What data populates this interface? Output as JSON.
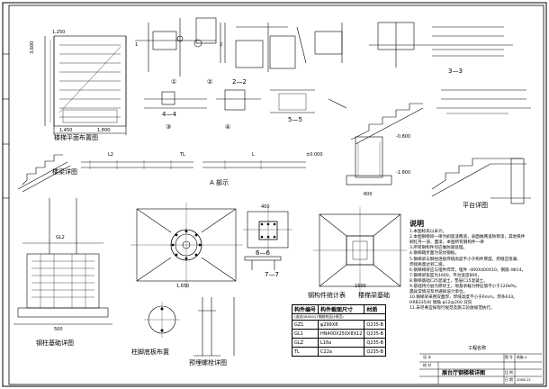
{
  "drawing": {
    "views": {
      "stair_plan": "楼梯平面布置图",
      "stair_beam": "楼梁详图",
      "steel_col_base": "钢柱基础详图",
      "col_base_plate": "柱脚底板布置",
      "anchor_bolt": "预埋螺栓详图",
      "member_table_title": "钢构件统计表",
      "stair_beam_foundation": "楼梯梁基础",
      "platform": "平台详图",
      "section_33": "3—3",
      "section_22": "2—2",
      "section_44": "4—4",
      "section_55": "5—5",
      "section_66": "6—6",
      "section_77": "7—7",
      "circle_1": "①",
      "circle_2": "②",
      "circle_3": "③",
      "circle_4": "④",
      "part_view": "A 部示",
      "dim_1450": "1,450",
      "dim_1800": "1,800",
      "dim_1250": "1,250",
      "dim_3600": "3,600",
      "dim_1650": "1,650",
      "label_TL": "TL",
      "label_L": "L",
      "label_L2": "L2",
      "label_GL2": "GL2",
      "label_1": "1",
      "label_2": "2",
      "elev_1": "-0.800",
      "elev_2": "±0.000",
      "elev_3": "-1.800",
      "dim_600": "600",
      "dim_400": "400",
      "dim_1500": "1500",
      "dim_500": "500"
    },
    "member_table": {
      "headers": [
        "构件编号",
        "构件截面尺寸",
        "材质"
      ],
      "subheader": "(选自GB50017钢结构设计规范)",
      "rows": [
        [
          "GZ1",
          "φ299X8",
          "Q235-B"
        ],
        [
          "GL1",
          "HN400X250X8X12",
          "Q235-B"
        ],
        [
          "GLZ",
          "L16a",
          "Q235-B"
        ],
        [
          "TL",
          "C22a",
          "Q235-B"
        ]
      ]
    },
    "notes": {
      "title": "说明",
      "items": [
        "1.本图标高以米计。",
        "2.本图钢梯梁一律为刷黑漆两道，表面做两道防锈漆，其他铁件",
        "刷红丹一道、面漆，本图所有钢构件一律",
        "3.所有钢构件均应做防腐处理。",
        "4.钢梯踏步面为花纹钢板。",
        "5.钢梯梁与钢柱连接焊缝高度不小于构件厚度，焊缝应饱满、",
        "焊接质量达到二级。",
        "6.钢梯梯梁应与埋件焊牢，埋件 -400X400X10，钢筋 4Φ14。",
        "7.钢梯梁宽度为1600，平台宽度800，",
        "8.钢梯基础C25混凝土，垫层C15混凝土。",
        "9.基础持力层为原状土，地基承载力特征值不小于120kPa，",
        "遇异常情况及时通知设计单位。",
        "10.钢梯梁采用双面焊，焊缝高度不小于6mm，焊条E43。",
        "HRB335(Ⅱ) 钢筋 φ12@200 双向",
        "11.未尽事宜按现行规范及施工验收规范执行。"
      ]
    },
    "title_block": {
      "project": "工程名称",
      "drawing_title": "展台厅钢梯梯详图",
      "label_design": "设 计",
      "label_check": "校 对",
      "label_drawing_no": "图 号",
      "label_date": "日 期",
      "label_scale": "比 例",
      "drawing_no": "结施-4",
      "date": "2008.12"
    }
  }
}
